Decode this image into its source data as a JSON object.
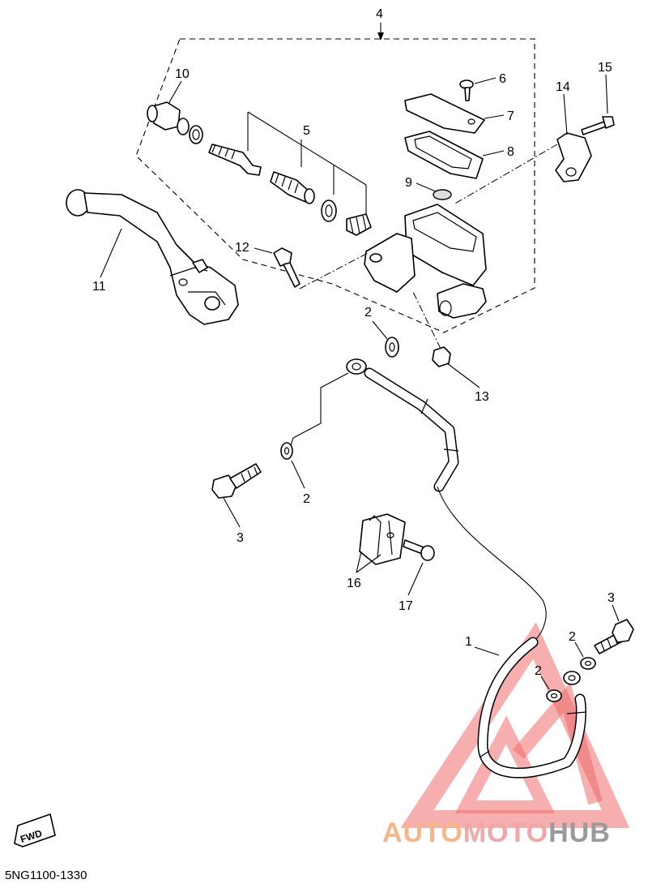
{
  "diagram": {
    "code": "5NG1100-1330",
    "fwd_label": "FWD",
    "callouts": [
      {
        "id": "c4",
        "text": "4"
      },
      {
        "id": "c10",
        "text": "10"
      },
      {
        "id": "c6",
        "text": "6"
      },
      {
        "id": "c15",
        "text": "15"
      },
      {
        "id": "c14",
        "text": "14"
      },
      {
        "id": "c7",
        "text": "7"
      },
      {
        "id": "c5",
        "text": "5"
      },
      {
        "id": "c8",
        "text": "8"
      },
      {
        "id": "c9",
        "text": "9"
      },
      {
        "id": "c12",
        "text": "12"
      },
      {
        "id": "c11",
        "text": "11"
      },
      {
        "id": "c2a",
        "text": "2"
      },
      {
        "id": "c13",
        "text": "13"
      },
      {
        "id": "c2b",
        "text": "2"
      },
      {
        "id": "c3a",
        "text": "3"
      },
      {
        "id": "c16",
        "text": "16"
      },
      {
        "id": "c17",
        "text": "17"
      },
      {
        "id": "c3b",
        "text": "3"
      },
      {
        "id": "c2c",
        "text": "2"
      },
      {
        "id": "c1",
        "text": "1"
      },
      {
        "id": "c2d",
        "text": "2"
      }
    ]
  },
  "watermark": {
    "word_a": "AUTO",
    "word_b": "MOTO",
    "word_c": "HUB",
    "color_a": "#f7b58a",
    "color_b": "#f2a7a7",
    "color_c": "#9a9a9a",
    "logo_color": "#ee6b6b"
  }
}
